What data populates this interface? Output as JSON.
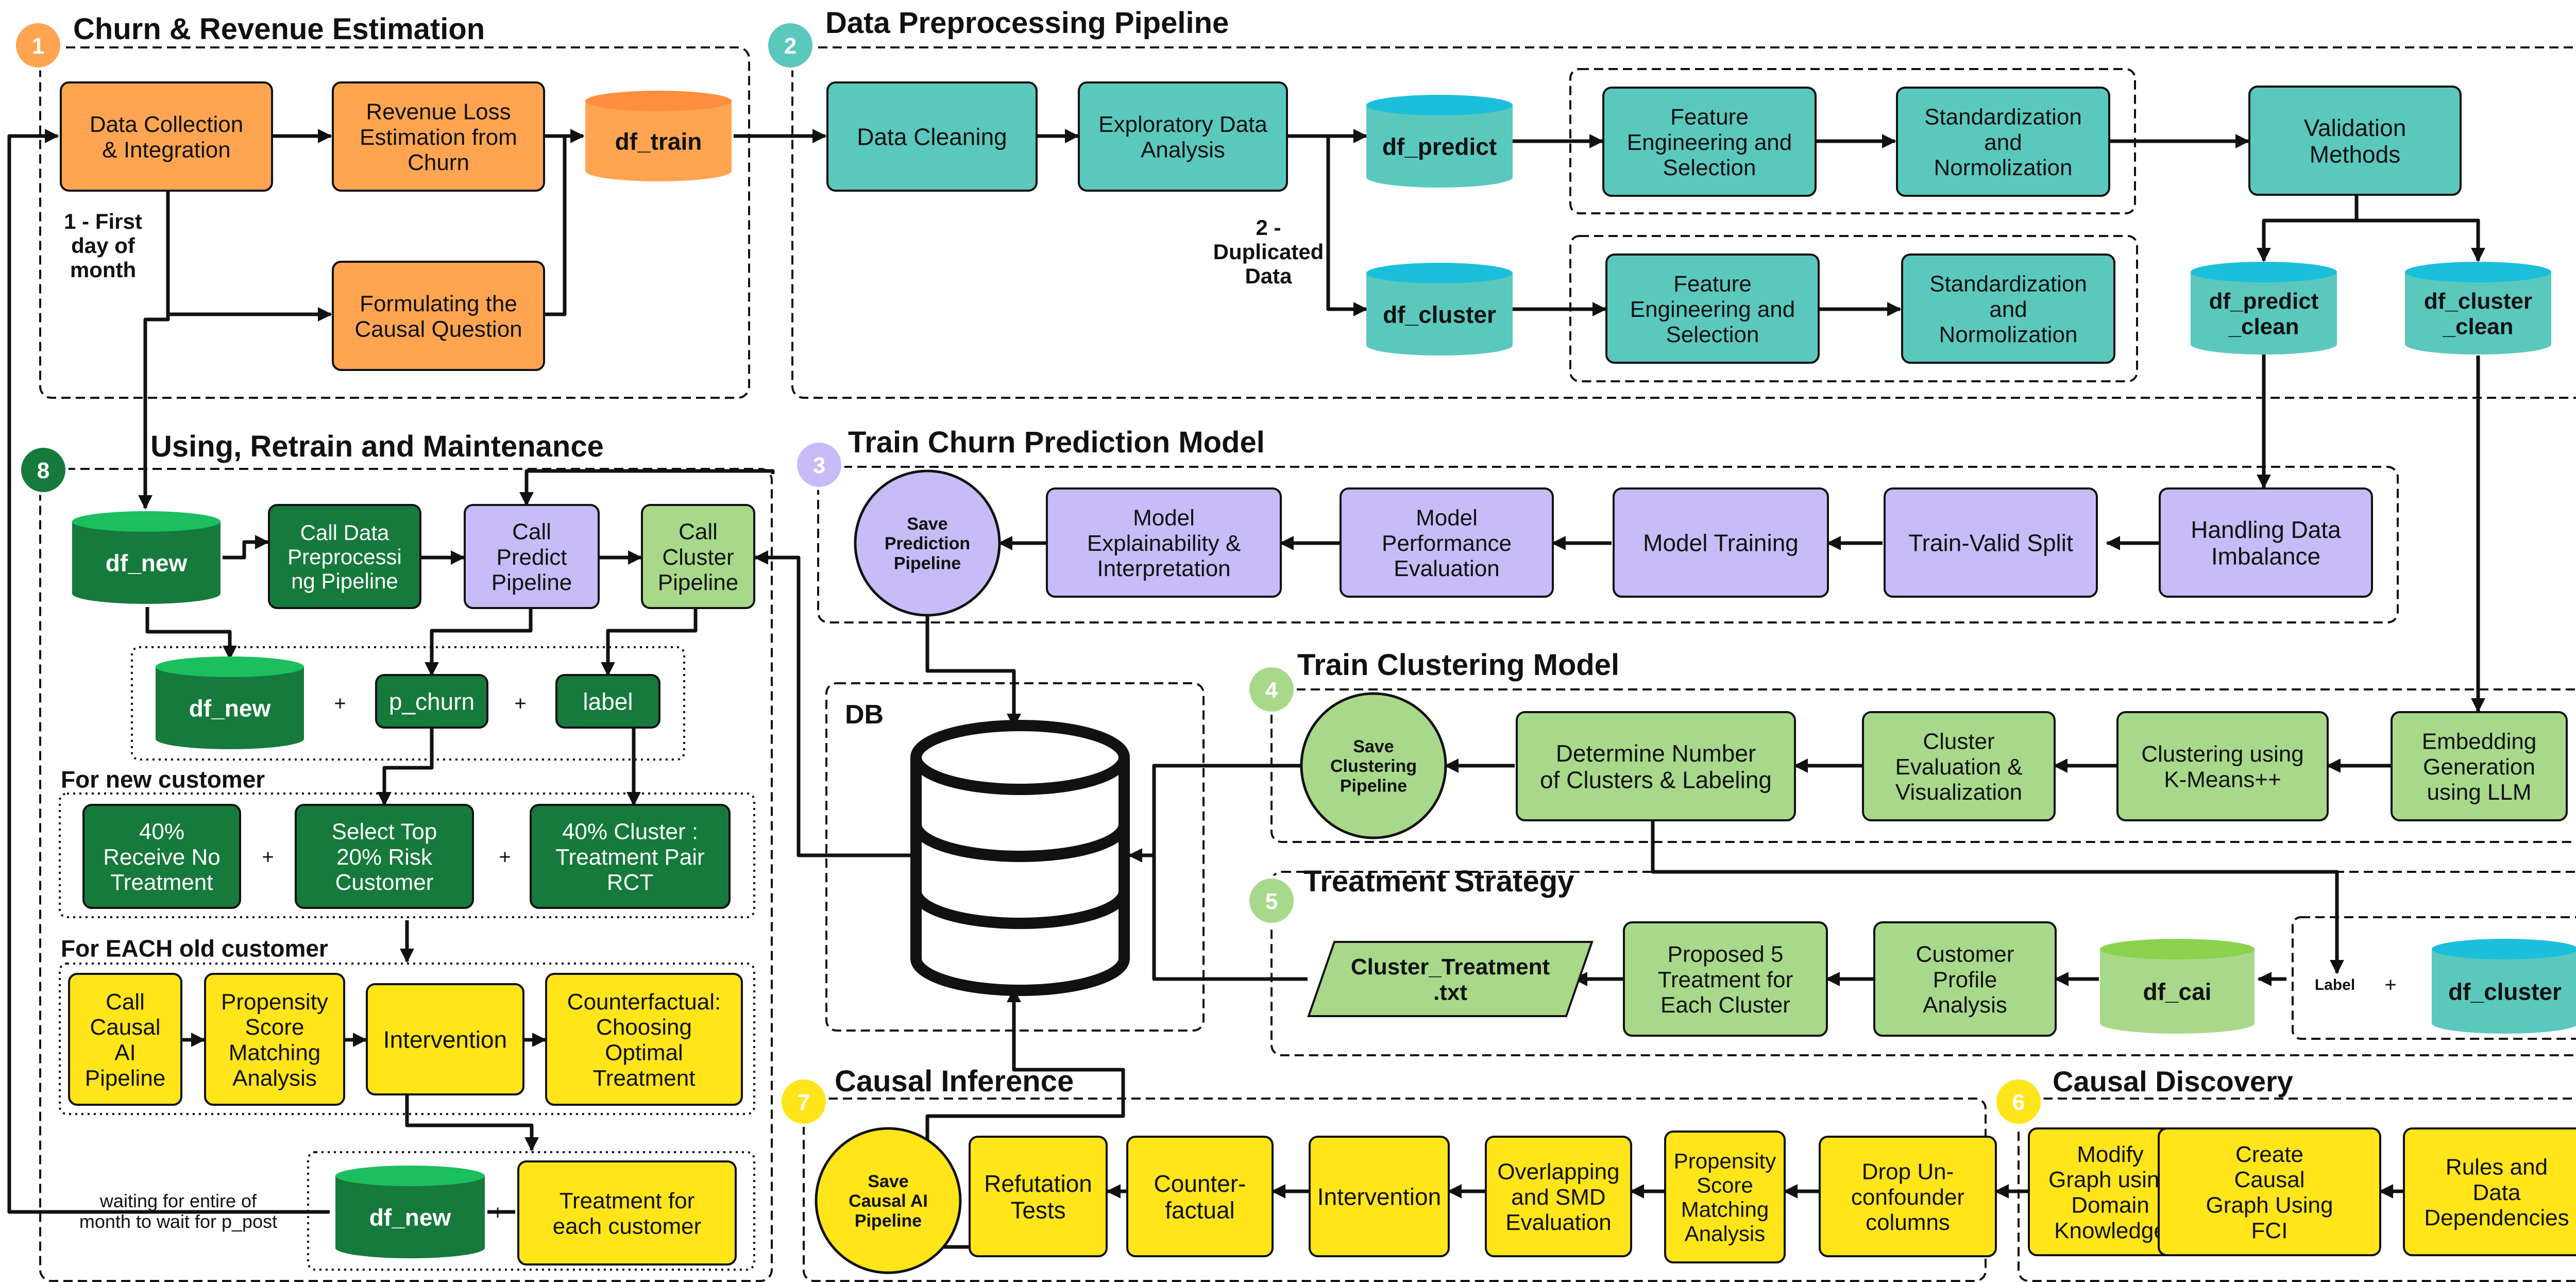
{
  "colors": {
    "orange": "#FFA552",
    "orange_top": "#FF8F3D",
    "teal": "#5BC8BE",
    "teal_top": "#1CBFDB",
    "purple": "#C7BCF7",
    "lightgreen": "#A8D98A",
    "darkgreen": "#157A3C",
    "darkgreen_top": "#1BBF5E",
    "yellow": "#FFE51A",
    "stroke": "#111111"
  },
  "sections": {
    "s1": {
      "number": "1",
      "title": "Churn & Revenue Estimation"
    },
    "s2": {
      "number": "2",
      "title": "Data Preprocessing Pipeline"
    },
    "s3": {
      "number": "3",
      "title": "Train Churn Prediction Model"
    },
    "s4": {
      "number": "4",
      "title": "Train Clustering Model"
    },
    "s5": {
      "number": "5",
      "title": "Treatment Strategy"
    },
    "s6": {
      "number": "6",
      "title": "Causal Discovery"
    },
    "s7": {
      "number": "7",
      "title": "Causal Inference"
    },
    "s8": {
      "number": "8",
      "title": "Using, Retrain and Maintenance"
    }
  },
  "s1": {
    "data_collection": [
      "Data Collection",
      "& Integration"
    ],
    "revenue_loss": [
      "Revenue Loss",
      "Estimation from",
      "Churn"
    ],
    "formulating": [
      "Formulating the",
      "Causal Question"
    ],
    "df_train": "df_train",
    "first_day_note": [
      "1 - First",
      "day of",
      "month"
    ]
  },
  "s2": {
    "data_cleaning": "Data Cleaning",
    "eda": [
      "Exploratory Data",
      "Analysis"
    ],
    "df_predict": "df_predict",
    "df_cluster": "df_cluster",
    "duplicated_note": [
      "2 -",
      "Duplicated",
      "Data"
    ],
    "feature_eng_1": [
      "Feature",
      "Engineering and",
      "Selection"
    ],
    "standardization_1": [
      "Standardization",
      "and",
      "Normolization"
    ],
    "feature_eng_2": [
      "Feature",
      "Engineering and",
      "Selection"
    ],
    "standardization_2": [
      "Standardization",
      "and",
      "Normolization"
    ],
    "validation": [
      "Validation",
      "Methods"
    ],
    "df_predict_clean": [
      "df_predict",
      "_clean"
    ],
    "df_cluster_clean": [
      "df_cluster",
      "_clean"
    ]
  },
  "s3": {
    "save_prediction": [
      "Save",
      "Prediction",
      "Pipeline"
    ],
    "explainability": [
      "Model",
      "Explainability &",
      "Interpretation"
    ],
    "performance": [
      "Model",
      "Performance",
      "Evaluation"
    ],
    "training": "Model Training",
    "split": "Train-Valid Split",
    "imbalance": [
      "Handling Data",
      "Imbalance"
    ]
  },
  "db": {
    "label": "DB"
  },
  "s4": {
    "save_clustering": [
      "Save",
      "Clustering",
      "Pipeline"
    ],
    "determine": [
      "Determine Number",
      "of Clusters & Labeling"
    ],
    "cluster_eval": [
      "Cluster",
      "Evaluation &",
      "Visualization"
    ],
    "kmeans": [
      "Clustering using",
      "K-Means++"
    ],
    "embedding": [
      "Embedding",
      "Generation",
      "using LLM"
    ]
  },
  "s5": {
    "cluster_treatment": [
      "Cluster_Treatment",
      ".txt"
    ],
    "proposed": [
      "Proposed 5",
      "Treatment for",
      "Each Cluster"
    ],
    "profile": [
      "Customer",
      "Profile",
      "Analysis"
    ],
    "df_cai": "df_cai",
    "label": "Label",
    "plus": "+",
    "df_cluster": "df_cluster"
  },
  "s6": {
    "modify": [
      "Modify",
      "Graph using",
      "Domain",
      "Knowledge"
    ],
    "create": [
      "Create",
      "Causal",
      "Graph Using",
      "FCI"
    ],
    "rules": [
      "Rules and",
      "Data",
      "Dependencies"
    ]
  },
  "s7": {
    "save_causal": [
      "Save",
      "Causal AI",
      "Pipeline"
    ],
    "refutation": [
      "Refutation",
      "Tests"
    ],
    "counterfactual": [
      "Counter-",
      "factual"
    ],
    "intervention": "Intervention",
    "overlapping": [
      "Overlapping",
      "and SMD",
      "Evaluation"
    ],
    "propensity": [
      "Propensity",
      "Score",
      "Matching",
      "Analysis"
    ],
    "drop": [
      "Drop Un-",
      "confounder",
      "columns"
    ]
  },
  "s8": {
    "df_new": "df_new",
    "call_preprocessing": [
      "Call Data",
      "Preprocessi",
      "ng Pipeline"
    ],
    "call_predict": [
      "Call",
      "Predict",
      "Pipeline"
    ],
    "call_cluster": [
      "Call",
      "Cluster",
      "Pipeline"
    ],
    "df_new_2": "df_new",
    "p_churn": "p_churn",
    "label": "label",
    "plus": "+",
    "new_customer_heading": "For new customer",
    "receive_no": [
      "40%",
      "Receive No",
      "Treatment"
    ],
    "select_top": [
      "Select Top",
      "20% Risk",
      "Customer"
    ],
    "cluster_rct": [
      "40% Cluster :",
      "Treatment Pair",
      "RCT"
    ],
    "old_customer_heading": "For EACH old customer",
    "call_causal": [
      "Call",
      "Causal",
      "AI",
      "Pipeline"
    ],
    "propensity": [
      "Propensity",
      "Score",
      "Matching",
      "Analysis"
    ],
    "intervention": "Intervention",
    "counterfactual": [
      "Counterfactual:",
      "Choosing",
      "Optimal",
      "Treatment"
    ],
    "df_new_3": "df_new",
    "treatment_each": [
      "Treatment for",
      "each customer"
    ],
    "waiting_note": [
      "waiting for entire of",
      "month to wait for p_post"
    ]
  }
}
